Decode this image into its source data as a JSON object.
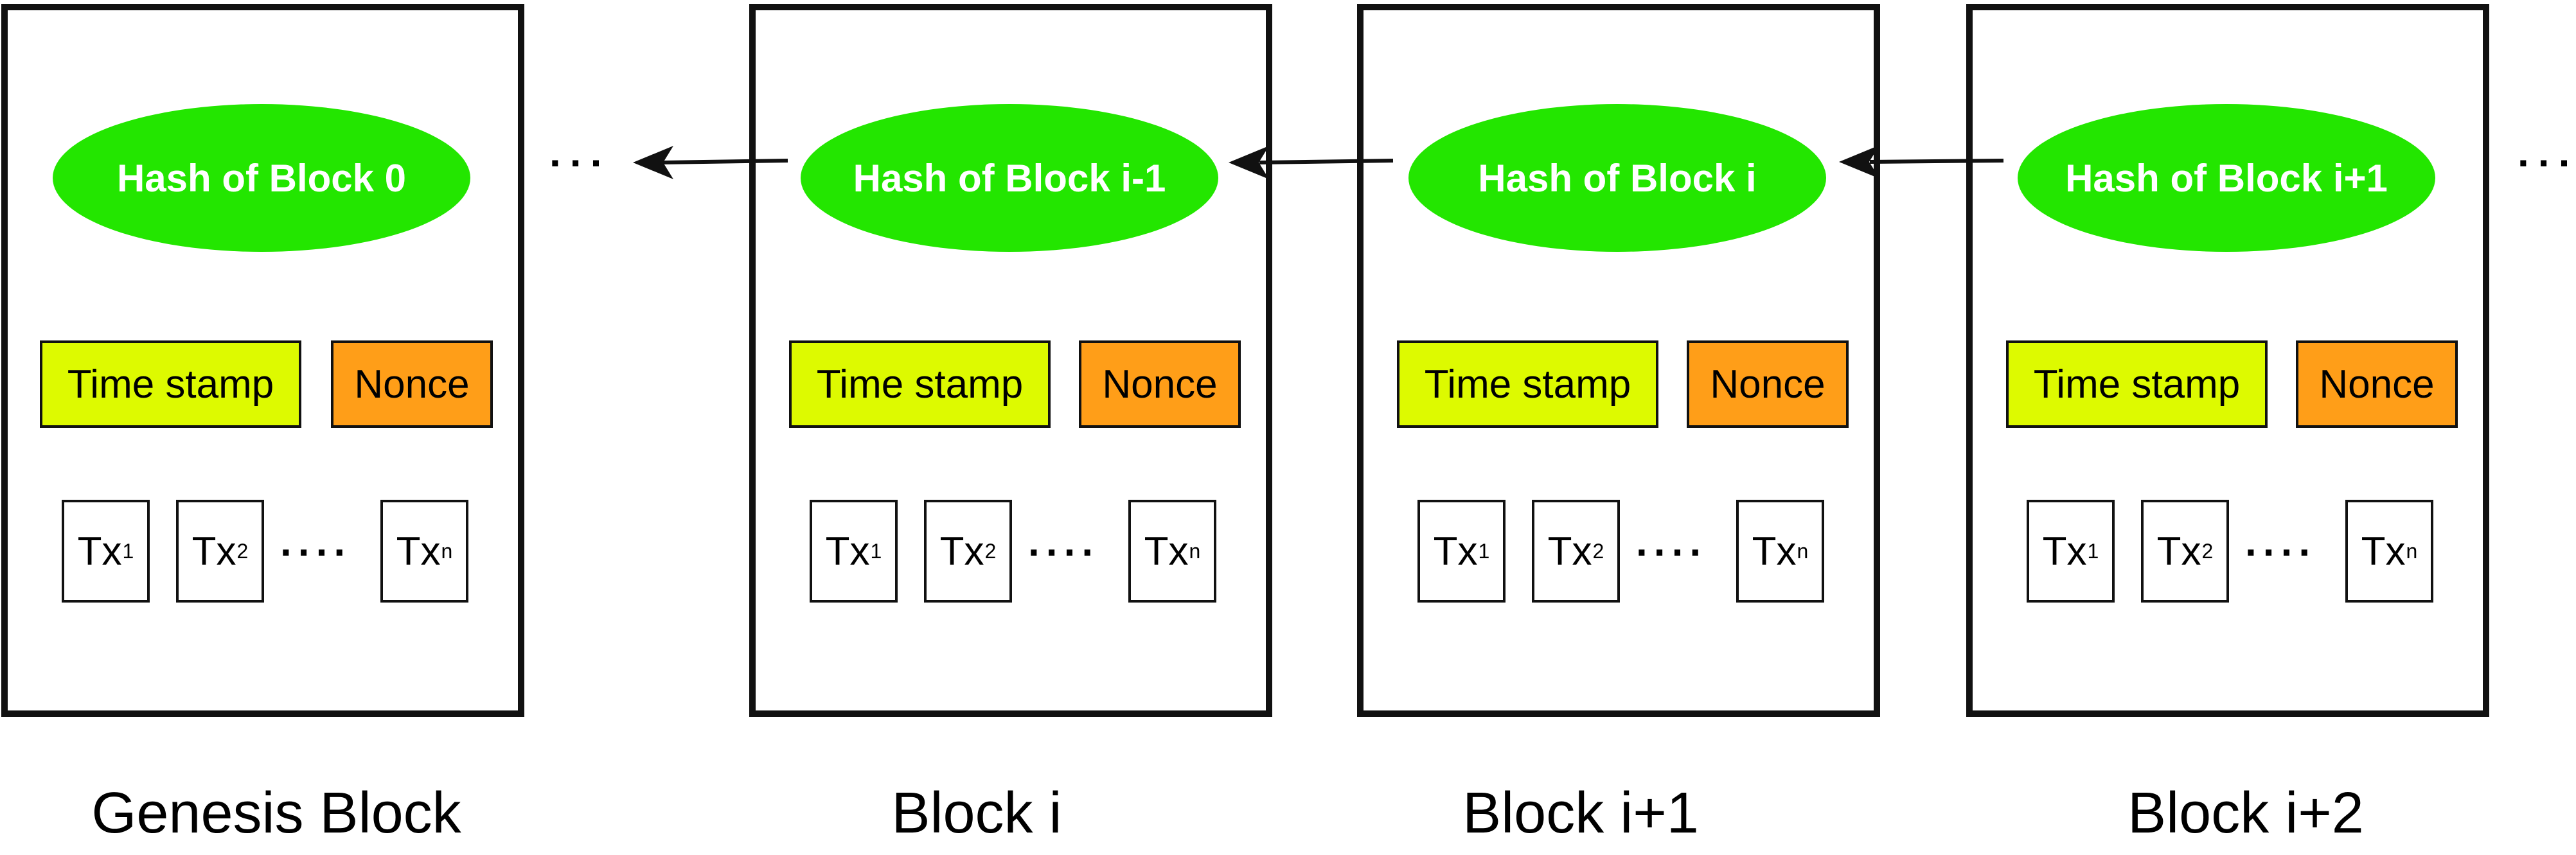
{
  "blocks": [
    {
      "hash": "Hash of Block 0",
      "time_stamp": "Time stamp",
      "nonce": "Nonce",
      "tx": [
        {
          "base": "Tx",
          "sub": "1"
        },
        {
          "base": "Tx",
          "sub": "2"
        },
        {
          "base": "Tx",
          "sub": "n"
        }
      ],
      "tx_dots": "....",
      "label": "Genesis Block"
    },
    {
      "hash": "Hash of Block i-1",
      "time_stamp": "Time stamp",
      "nonce": "Nonce",
      "tx": [
        {
          "base": "Tx",
          "sub": "1"
        },
        {
          "base": "Tx",
          "sub": "2"
        },
        {
          "base": "Tx",
          "sub": "n"
        }
      ],
      "tx_dots": "....",
      "label": "Block i"
    },
    {
      "hash": "Hash of Block i",
      "time_stamp": "Time stamp",
      "nonce": "Nonce",
      "tx": [
        {
          "base": "Tx",
          "sub": "1"
        },
        {
          "base": "Tx",
          "sub": "2"
        },
        {
          "base": "Tx",
          "sub": "n"
        }
      ],
      "tx_dots": "....",
      "label": "Block i+1"
    },
    {
      "hash": "Hash of Block i+1",
      "time_stamp": "Time stamp",
      "nonce": "Nonce",
      "tx": [
        {
          "base": "Tx",
          "sub": "1"
        },
        {
          "base": "Tx",
          "sub": "2"
        },
        {
          "base": "Tx",
          "sub": "n"
        }
      ],
      "tx_dots": "....",
      "label": "Block i+2"
    }
  ],
  "chain_dots_left": "...",
  "chain_dots_right": "...",
  "colors": {
    "hash_fill": "#23e600",
    "hash_text": "#ffffff",
    "time_stamp_fill": "#ddfa00",
    "nonce_fill": "#ff9e18",
    "border": "#111111"
  }
}
